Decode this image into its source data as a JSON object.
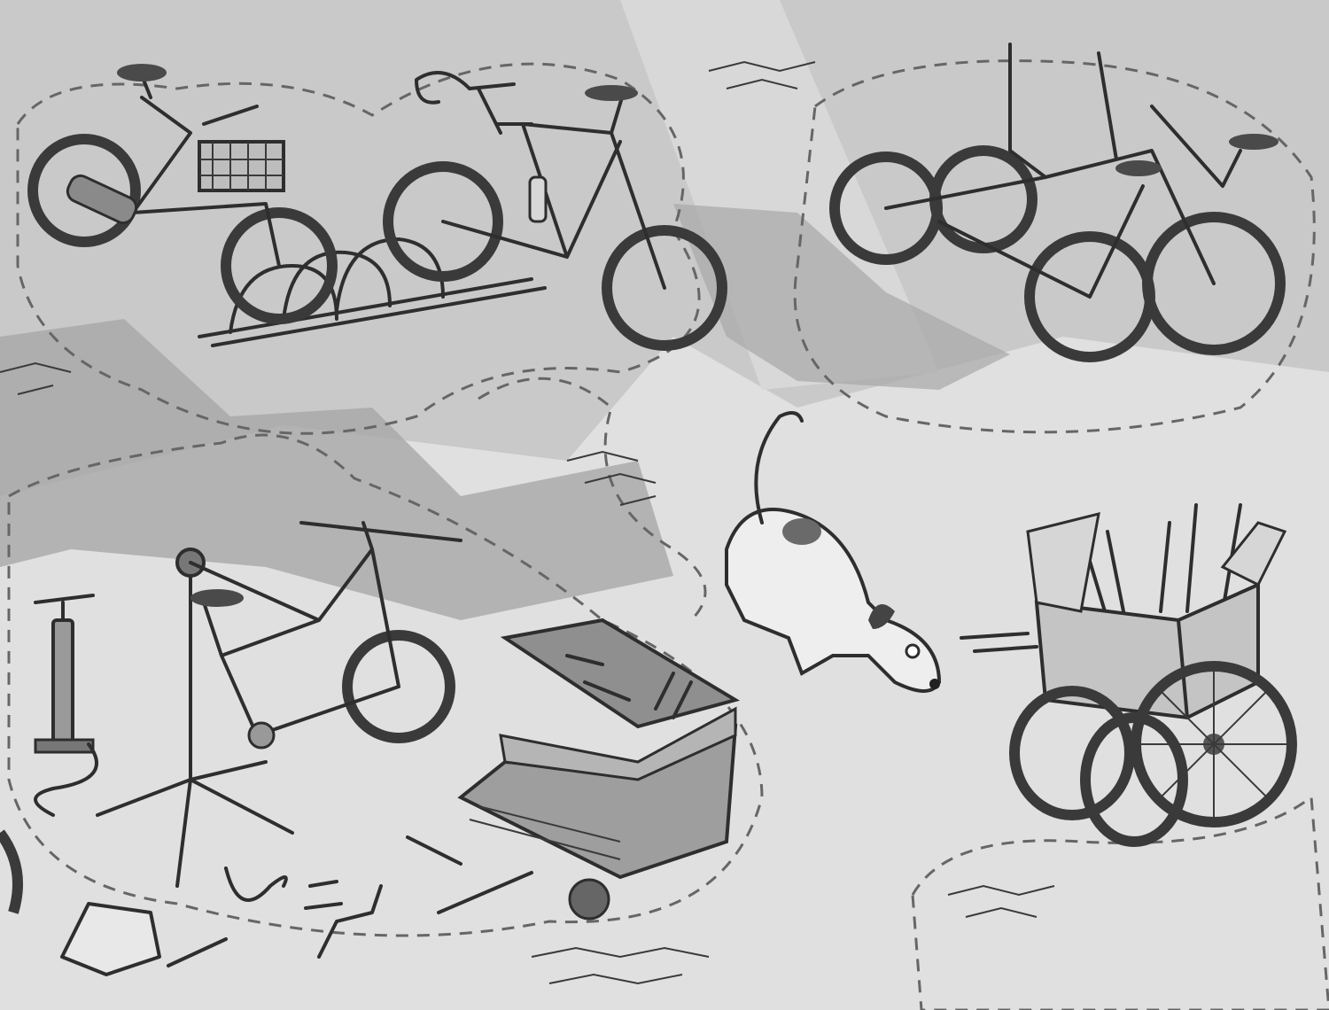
{
  "scene": {
    "style": "grayscale pencil illustration",
    "colors": {
      "ground": "#c9c9c9",
      "sunlight": "#e2e2e2",
      "shadow": "#a3a3a3",
      "ink": "#2e2e2e",
      "dashed_path": "#666666"
    },
    "objects": [
      "kids-bike-with-basket",
      "road-bike-in-rack",
      "bike-rack",
      "pile-of-bikes",
      "bike-on-repair-stand",
      "floor-pump",
      "toolbox",
      "scattered-tools",
      "dog-sniffing",
      "cardboard-box-of-parts",
      "loose-tires-and-wheels",
      "cobblestone-patches",
      "dashed-zone-outlines"
    ]
  }
}
